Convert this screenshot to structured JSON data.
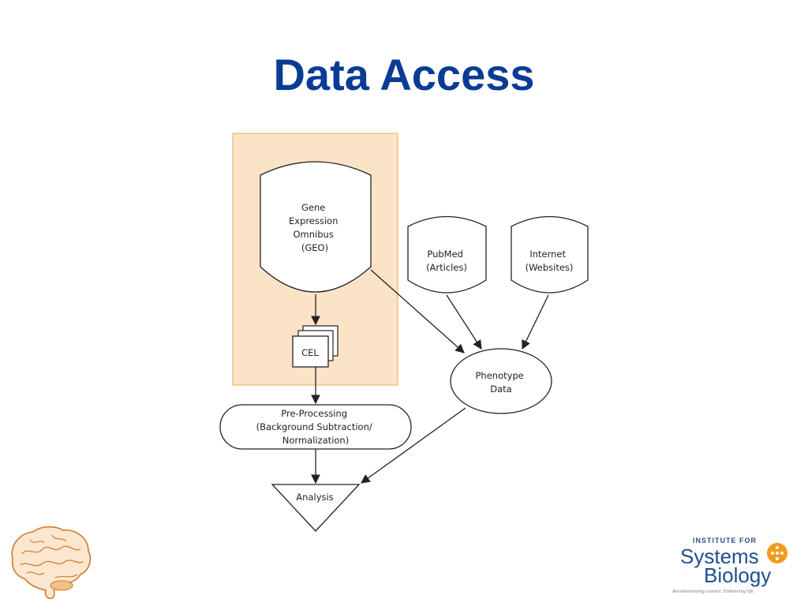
{
  "slide": {
    "title": "Data Access"
  },
  "diagram": {
    "geo": [
      "Gene",
      "Expression",
      "Omnibus",
      "(GEO)"
    ],
    "pubmed": [
      "PubMed",
      "(Articles)"
    ],
    "internet": [
      "Internet",
      "(Websites)"
    ],
    "cel": "CEL",
    "phenotype": [
      "Phenotype",
      "Data"
    ],
    "preprocessing": [
      "Pre-Processing",
      "(Background Subtraction/",
      "Normalization)"
    ],
    "analysis": "Analysis",
    "colors": {
      "highlight_fill": "#fbe3c8",
      "highlight_border": "#f0a850",
      "title": "#0a3c96"
    }
  },
  "logos": {
    "brain_icon": "brain-icon",
    "isb": {
      "institute": "INSTITUTE FOR",
      "systems": "Systems",
      "biology": "Biology",
      "tagline": "Revolutionizing science. Enhancing life."
    }
  }
}
